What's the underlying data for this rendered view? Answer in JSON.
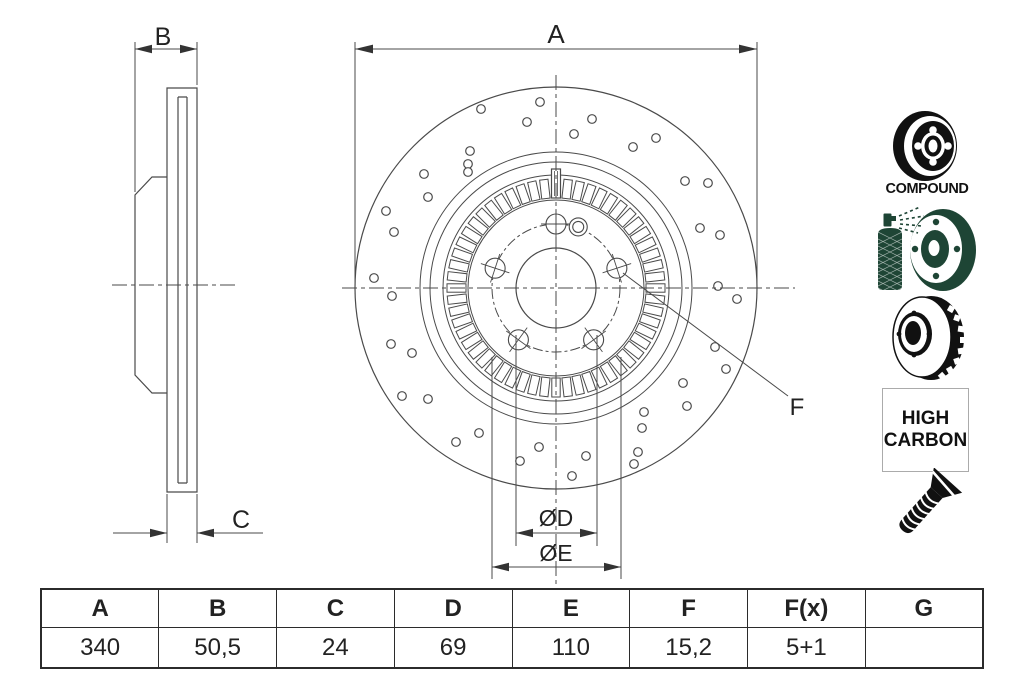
{
  "drawing": {
    "dimension_labels": {
      "a": "A",
      "b": "B",
      "c": "C",
      "d": "ØD",
      "e": "ØE",
      "f": "F"
    }
  },
  "table": {
    "headers": [
      "A",
      "B",
      "C",
      "D",
      "E",
      "F",
      "F(x)",
      "G"
    ],
    "values": [
      "340",
      "50,5",
      "24",
      "69",
      "110",
      "15,2",
      "5+1",
      ""
    ]
  },
  "icons": {
    "compound_label": "COMPOUND",
    "high_carbon_line1": "HIGH",
    "high_carbon_line2": "CARBON",
    "icon_names": [
      "compound-disc-icon",
      "coated-disc-spray-icon",
      "vented-disc-icon",
      "high-carbon-badge",
      "countersunk-screw-icon"
    ]
  },
  "colors": {
    "line": "#4a4a4a",
    "text": "#222222",
    "accent_green": "#1e4535",
    "table_border": "#2b2b2b"
  }
}
